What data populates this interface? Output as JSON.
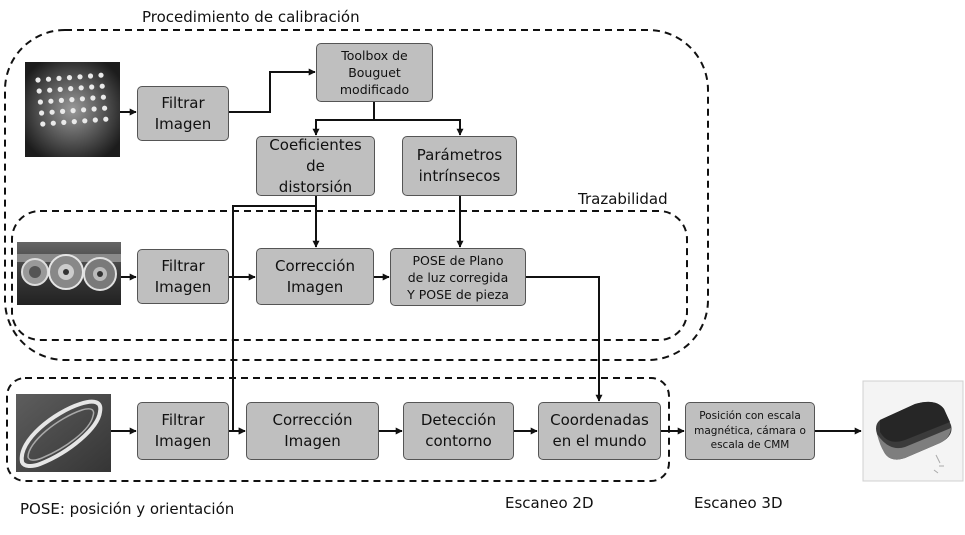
{
  "title": "Procedimiento de calibración",
  "regions": {
    "trazabilidad": "Trazabilidad",
    "escaneo2d": "Escaneo 2D",
    "escaneo3d": "Escaneo 3D"
  },
  "legend": "POSE: posición y orientación",
  "nodes": {
    "filtrar1": "Filtrar\nImagen",
    "toolbox": "Toolbox de\nBouguet\nmodificado",
    "coeficientes": "Coeficientes\nde\ndistorsión",
    "parametros": "Parámetros\nintrínsecos",
    "filtrar2": "Filtrar\nImagen",
    "correccion1": "Corrección\nImagen",
    "pose": "POSE de Plano\nde luz corregida\nY POSE de pieza",
    "filtrar3": "Filtrar\nImagen",
    "correccion2": "Corrección\nImagen",
    "deteccion": "Detección\ncontorno",
    "coordenadas": "Coordenadas\nen el mundo",
    "posicion": "Posición con escala\nmagnética, cámara o\nescala de CMM"
  },
  "colors": {
    "box_fill": "#bfbfbf",
    "box_border": "#555555",
    "line": "#111111"
  }
}
